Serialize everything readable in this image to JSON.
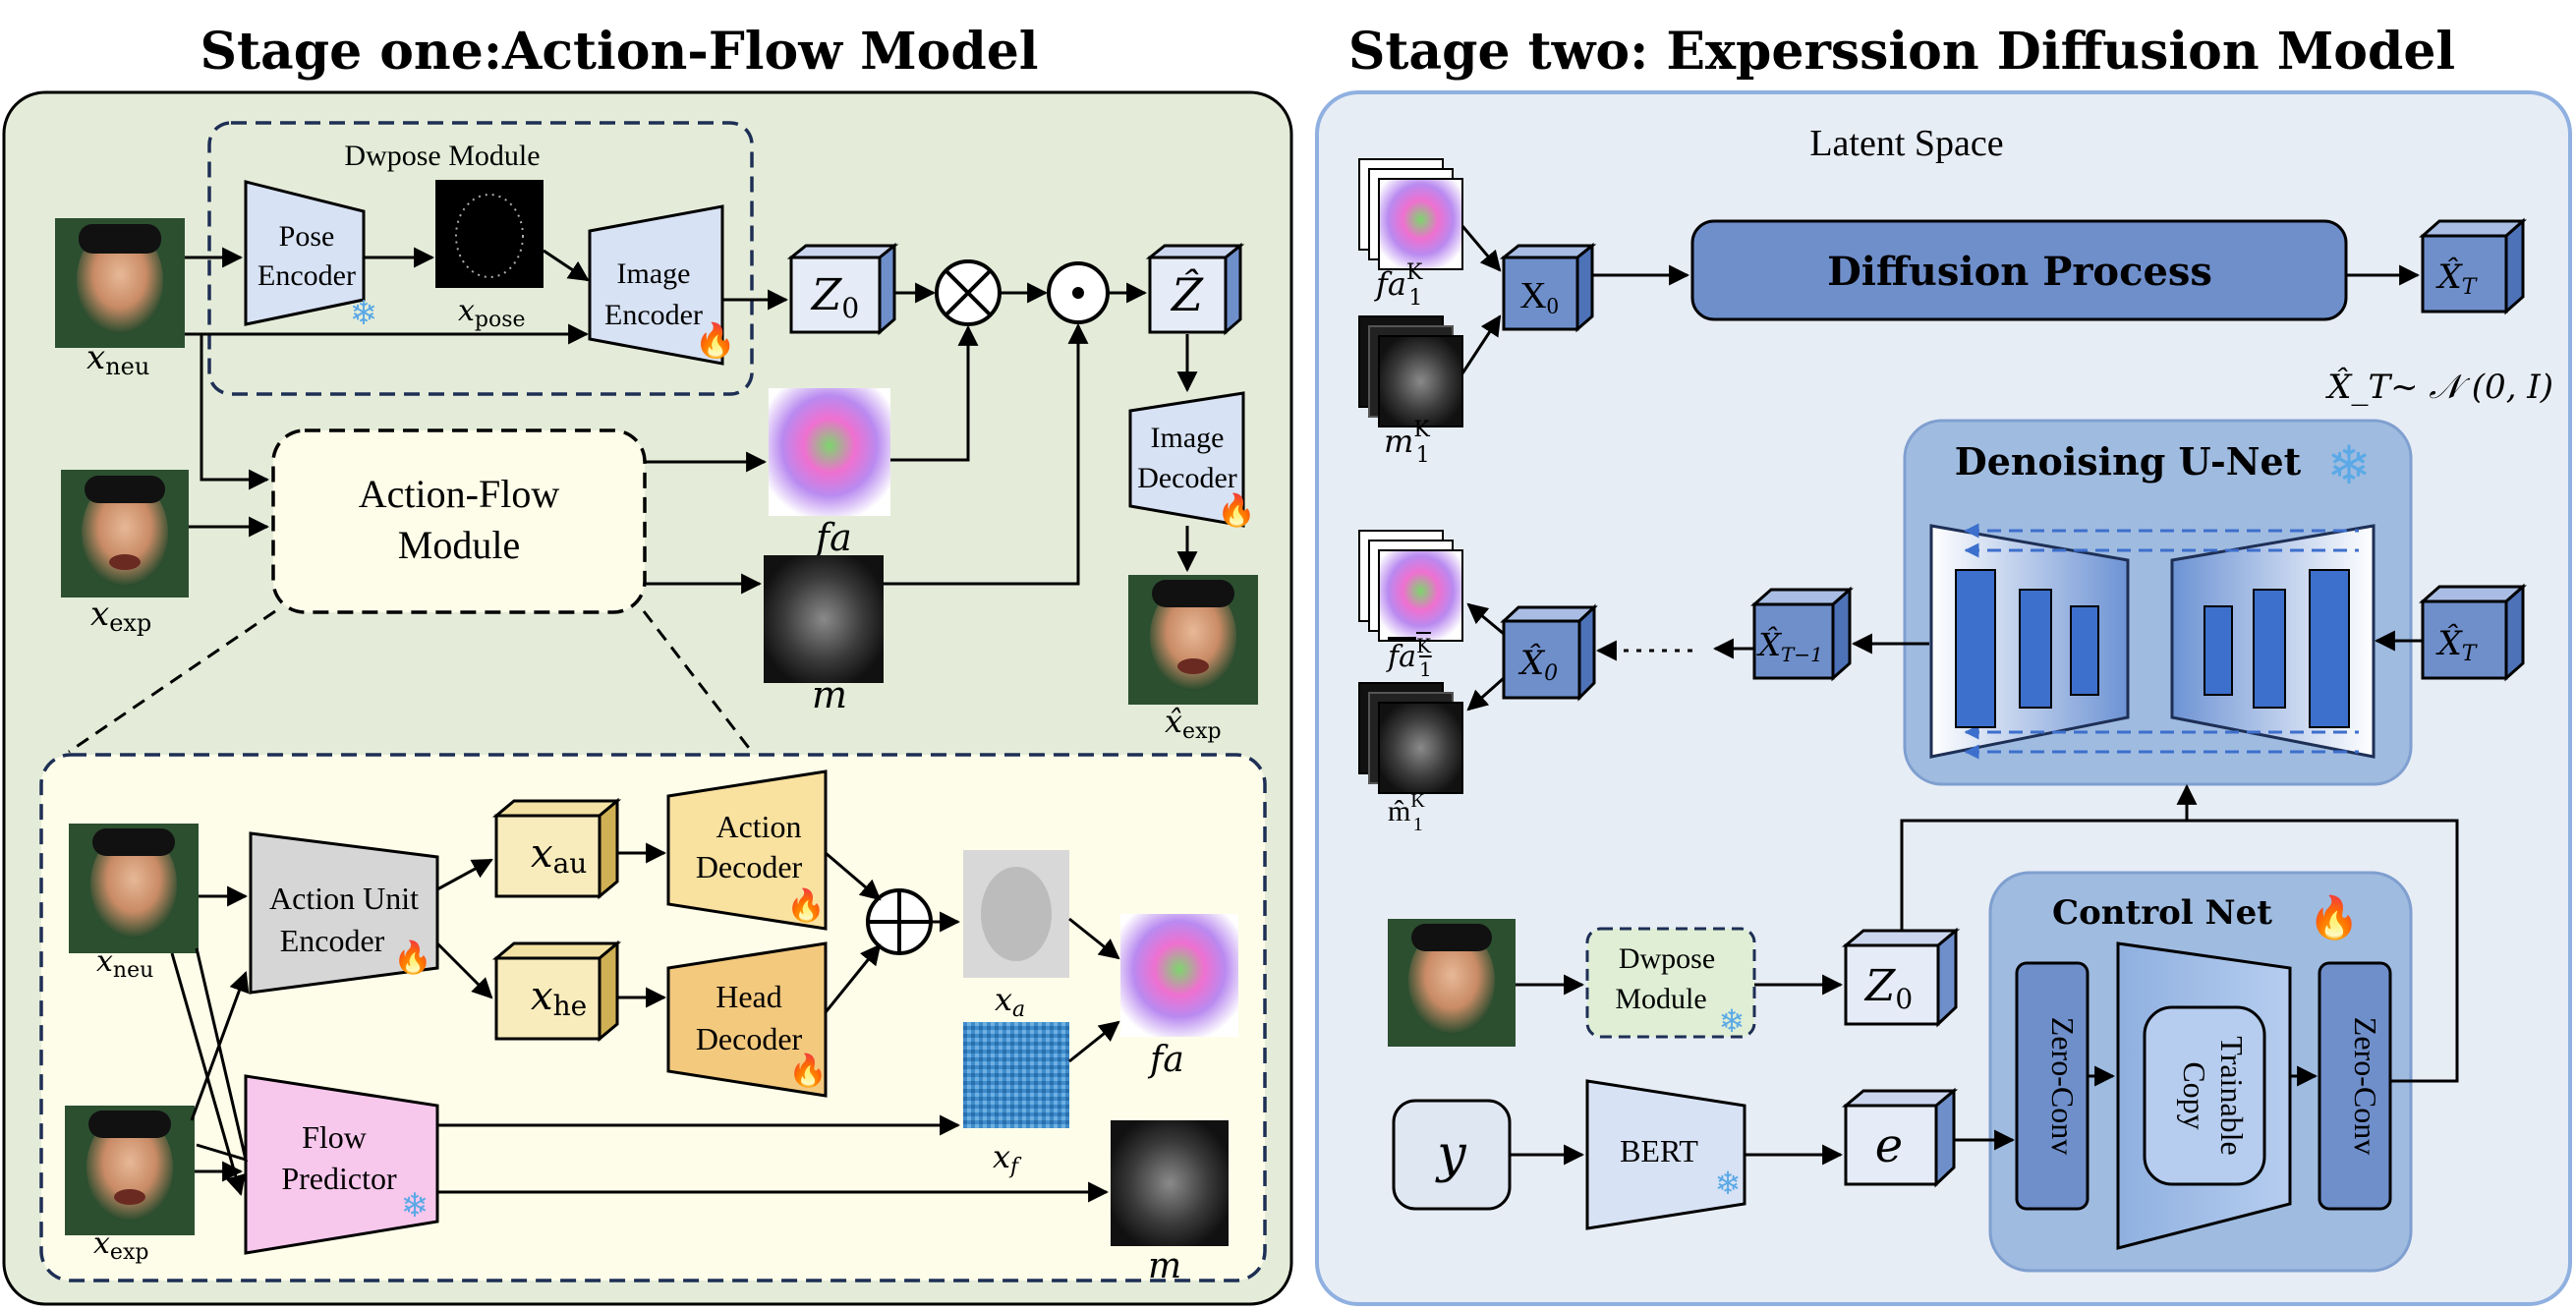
{
  "stage_one": {
    "title": "Stage one:Action-Flow Model",
    "dwpose_module": "Dwpose Module",
    "pose_encoder": [
      "Pose",
      "Encoder"
    ],
    "image_encoder": [
      "Image",
      "Encoder"
    ],
    "image_decoder": [
      "Image",
      "Decoder"
    ],
    "action_flow_module": [
      "Action-Flow",
      "Module"
    ],
    "x_neu": "x",
    "x_neu_sub": "neu",
    "x_exp": "x",
    "x_exp_sub": "exp",
    "x_pose": "x",
    "x_pose_sub": "pose",
    "z0": "Z",
    "z0_sub": "0",
    "zhat": "Ẑ",
    "fa": "fa",
    "m": "m",
    "xhat_exp": "x̂",
    "xhat_exp_sub": "exp",
    "op_otimes": "⊗",
    "op_odot": "⊙",
    "detail": {
      "au_encoder": [
        "Action Unit",
        "Encoder"
      ],
      "action_decoder": [
        "Action",
        "Decoder"
      ],
      "head_decoder": [
        "Head",
        "Decoder"
      ],
      "flow_predictor": [
        "Flow",
        "Predictor"
      ],
      "x_au": "x",
      "x_au_sub": "au",
      "x_he": "x",
      "x_he_sub": "he",
      "x_a": "x",
      "x_a_sub": "a",
      "x_f": "x",
      "x_f_sub": "f",
      "op_oplus": "⊕",
      "fa": "fa",
      "m": "m"
    }
  },
  "stage_two": {
    "title": "Stage two: Experssion Diffusion Model",
    "latent_space": "Latent Space",
    "diffusion_process": "Diffusion Process",
    "denoising_unet": "Denoising U-Net",
    "control_net": "Control Net",
    "zero_conv": "Zero-Conv",
    "trainable_copy": [
      "Trainable",
      "Copy"
    ],
    "dwpose_module": [
      "Dwpose",
      "Module"
    ],
    "bert": "BERT",
    "x0": "X",
    "x0_sub": "0",
    "xhat0": "X̂",
    "xhat0_sub": "0",
    "xhatT": "X̂",
    "xhatT_sub": "T",
    "xhatT1": "X̂",
    "xhatT1_sub": "T−1",
    "dist": "X̂_T~ 𝒩 (0, I)",
    "fa1K": "fa",
    "fa1K_sup": "K",
    "fa1K_sub": "1",
    "m1K": "m",
    "m1K_sup": "K",
    "m1K_sub": "1",
    "fahat1K": "fa",
    "mhat1K": "m̂",
    "z0": "Z",
    "z0_sub": "0",
    "e": "e",
    "y": "y"
  },
  "colors": {
    "stage_one_bg": "#e4ecd9",
    "stage_two_bg": "#e7edf5",
    "detail_bg": "#fefde9",
    "unet_bg": "#9fbbe0",
    "cube": "#6f8fcb",
    "fire": "#f07c1a",
    "snow": "#5ba9e6"
  }
}
